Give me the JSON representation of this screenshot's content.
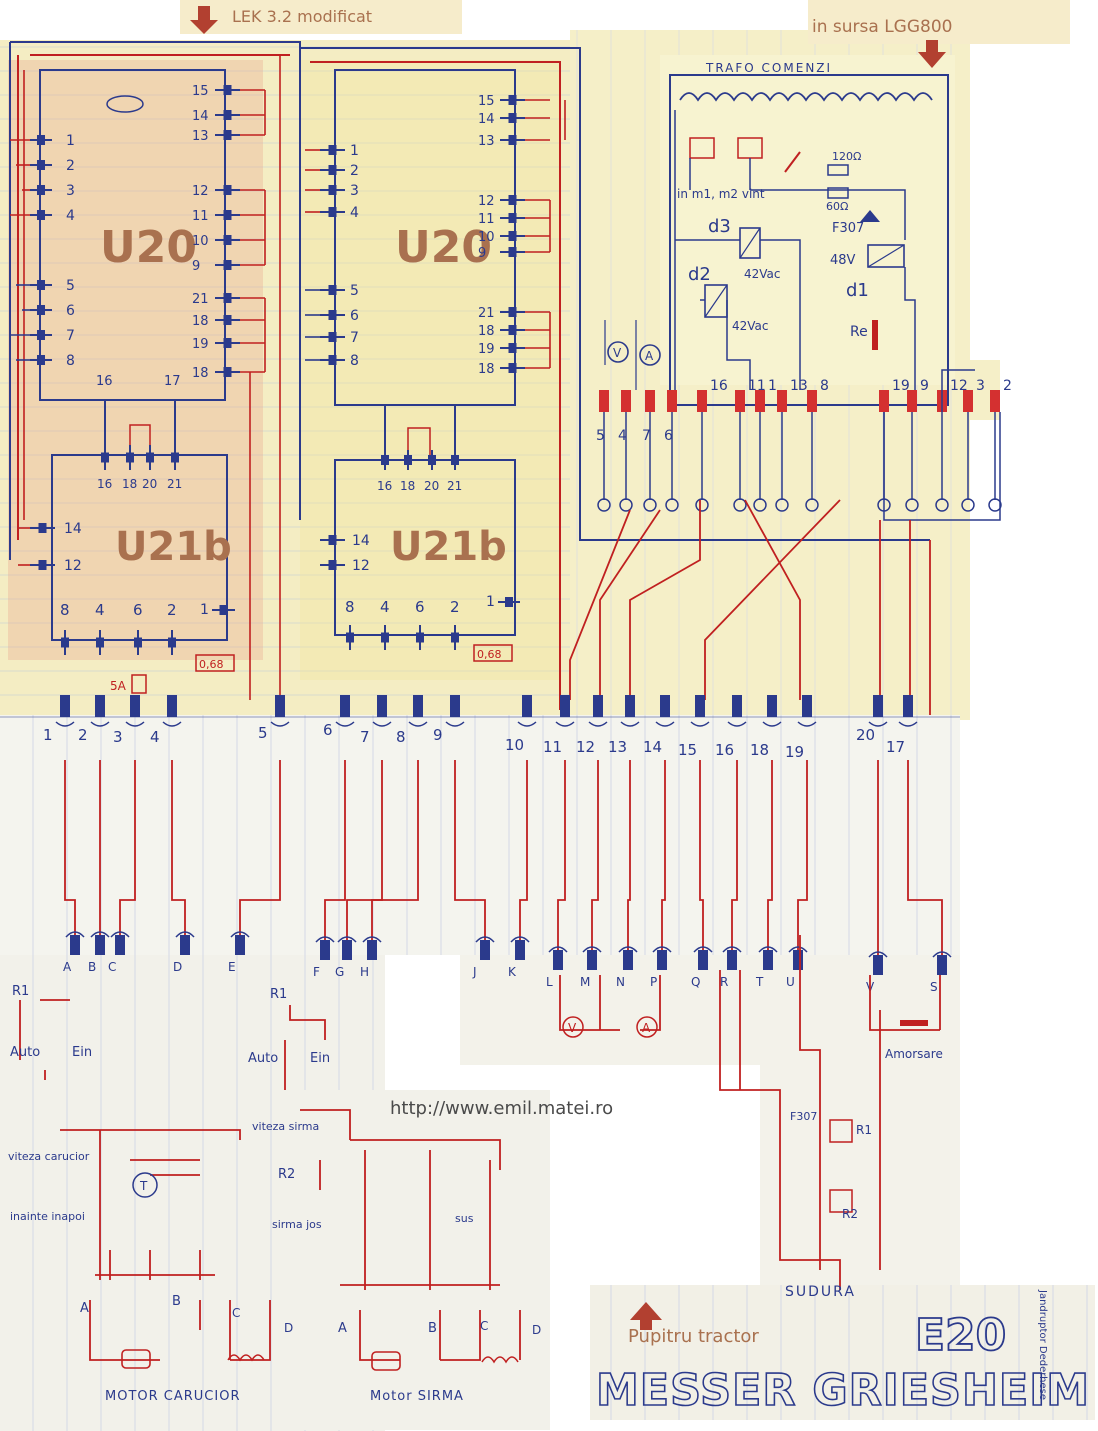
{
  "colors": {
    "paper": "#f6f0c2",
    "paper_white": "#f4f4ef",
    "ink_blue": "#2b3a8c",
    "ink_red": "#c02020",
    "ink_brown": "#a9714f",
    "rule_line": "#b9c6dc"
  },
  "header": {
    "top_note": "LEK 3.2 modificat",
    "source_note": "in sursa LGG800",
    "trafo_label": "TRAFO COMENZI"
  },
  "blocks": {
    "u20_left": "U20",
    "u20_right": "U20",
    "u21b_left": "U21b",
    "u21b_right": "U21b"
  },
  "u20_pins_left": [
    "1",
    "2",
    "3",
    "4",
    "5",
    "6",
    "7",
    "8"
  ],
  "u20_pins_right": [
    "15",
    "14",
    "13",
    "12",
    "11",
    "10",
    "9",
    "21",
    "18",
    "19",
    "18"
  ],
  "u20_bottom_pins": [
    "16",
    "17"
  ],
  "u21b_top_pins": [
    "16",
    "18",
    "20",
    "21"
  ],
  "u21b_side_pins": [
    "14",
    "12"
  ],
  "u21b_bottom_pins": [
    "8",
    "4",
    "6",
    "2",
    "1"
  ],
  "fuses": {
    "fuse_5a": "5A",
    "res_068_left": "0,68",
    "res_068_right": "0,68"
  },
  "relay_box": {
    "inputs": "in m1, m2 vint",
    "r120": "120Ω",
    "r60": "60Ω",
    "diode": "F307",
    "v48": "48V",
    "d1": "d1",
    "d2": "d2",
    "d3": "d3",
    "coil_d2": "42Vac",
    "coil_d3": "42Vac",
    "re": "Re",
    "meter_v": "V",
    "meter_a": "A"
  },
  "relay_terminals": [
    "5",
    "4",
    "7",
    "6",
    "16",
    "11",
    "1",
    "13",
    "8",
    "19",
    "9",
    "12",
    "3",
    "2"
  ],
  "connector_top": [
    "1",
    "2",
    "3",
    "4",
    "5",
    "6",
    "7",
    "8",
    "9",
    "10",
    "11",
    "12",
    "13",
    "14",
    "15",
    "16",
    "18",
    "19",
    "20",
    "17"
  ],
  "connector_bottom": [
    "A",
    "B",
    "C",
    "D",
    "E",
    "F",
    "G",
    "H",
    "J",
    "K",
    "L",
    "M",
    "N",
    "P",
    "Q",
    "R",
    "T",
    "U",
    "V",
    "S"
  ],
  "left_section": {
    "r1": "R1",
    "auto": "Auto",
    "ein": "Ein",
    "speed": "viteza carucior",
    "dir": "inainte inapoi",
    "t": "T",
    "motor_a": "A",
    "motor_b": "B",
    "motor_c": "C",
    "motor_d": "D",
    "motor_name": "MOTOR CARUCIOR"
  },
  "mid_section": {
    "r1": "R1",
    "auto": "Auto",
    "ein": "Ein",
    "speed": "viteza sirma",
    "r2": "R2",
    "sirma_jos": "sirma jos",
    "sus": "sus",
    "motor_a": "A",
    "motor_b": "B",
    "motor_c": "C",
    "motor_d": "D",
    "motor_name": "Motor SIRMA"
  },
  "right_section": {
    "meter_v": "V",
    "meter_a": "A",
    "f307": "F307",
    "r1": "R1",
    "r2": "R2",
    "sudura": "SUDURA",
    "amorsare": "Amorsare"
  },
  "watermark": "http://www.emil.matei.ro",
  "footer": {
    "panel": "Pupitru tractor",
    "model": "E20",
    "brand": "MESSER GRIESHEIM",
    "side_note": "Jandruptor Dederhese"
  }
}
